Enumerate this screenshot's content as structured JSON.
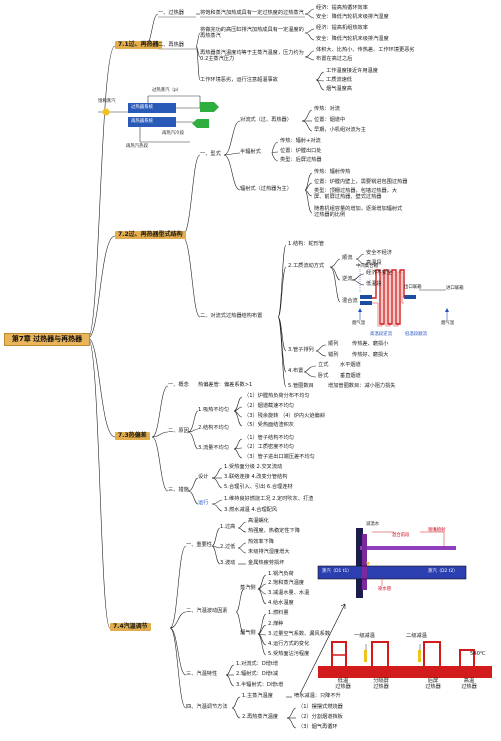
{
  "root": "第7章 过热器与再热器",
  "s71": {
    "title": "7.1过、再热器",
    "l1a": "一、过热器",
    "l1a_desc": "将饱和蒸汽加热成具有一定过热度的过热蒸汽",
    "l1a_purpose": [
      "经济：提高热循环效率",
      "安全：降低汽轮机末级排汽湿度"
    ],
    "l1b": "二、再热器",
    "l1b_desc": "将做完功的高压缸排汽加热成具有一定温度的再热蒸汽",
    "l1b_purpose": [
      "经济：提高机组热效率",
      "安全：降低汽轮机末级排汽湿度"
    ],
    "l1b_desc2": "再热器蒸汽温度均等于主蒸汽温度，压力约为0.2主蒸汽压力",
    "l1b_props": [
      "体积大、比热小、传热差、工作环境更恶劣",
      "布置在高过之后"
    ],
    "l1b_work": "工作环境恶劣，运行注意超温事故",
    "l1b_work_items": [
      "工作温度接近许用温度",
      "工质流速低",
      "烟气温度高"
    ],
    "diag": {
      "t1": "过热蒸汽（p）",
      "t2": "饱和蒸汽",
      "t3": "过热器系统",
      "t4": "再热器系统",
      "t5": "再热汽冷段",
      "t6": "再热汽热段"
    }
  },
  "s72": {
    "title": "7.2过、再热器型式结构",
    "type_label": "一、型式",
    "conv": "对流式（过、再热器）",
    "conv_items": [
      "传热：对流",
      "位置：烟道中",
      "早期，小机组对流为主"
    ],
    "semi": "半辐射式",
    "semi_items": [
      "传热：辐射+对流",
      "位置：炉膛出口处",
      "类型：后屏过热器"
    ],
    "rad": "辐射式（过热器为主）",
    "rad_items": [
      "传热：辐射传热",
      "位置：炉膛内壁上，需要锅进包围过热器",
      "类型：顶棚过热器，包墙过热器，大屏、前屏过热器、壁式过热器",
      "随着机组容量的增加，逐渐增加辐射式过热器的比例"
    ],
    "conv_layout": "二、对流式过热器结构布置",
    "c1": "1.结构：蛇形管",
    "c2": "2.工质流动方式",
    "shun": "顺流",
    "shun_items": [
      "安全不经济",
      "高温段"
    ],
    "ni": "逆流",
    "ni_items": [
      "经济不安全",
      "低温段"
    ],
    "mix": "混合流",
    "c3": "3.管子排列",
    "c3_items": [
      [
        "顺列",
        "传热差、磨损小"
      ],
      [
        "错列",
        "传热好、磨损大"
      ]
    ],
    "c4": "4.布置",
    "c4_items": [
      [
        "立式",
        "水平烟道"
      ],
      [
        "卧式",
        "垂直烟道"
      ]
    ],
    "c5": "5.管圈数目",
    "c5_desc": "增加管圈数目：减小阻力损失",
    "pipe_diag": {
      "mid": "中间集合箱",
      "out": "出口联箱",
      "in": "进口联箱",
      "flue1": "烟气温",
      "flue2": "烟气温",
      "cap1": "高温段逆流",
      "cap2": "低温段顺流"
    }
  },
  "s73": {
    "title": "7.3热偏差",
    "a1": "一、概念",
    "a1_desc": "热偏差管：偏差系数>1",
    "a2": "二、原因",
    "heat": "1.吸热不均匀",
    "heat_items": [
      "（1）炉膛热负荷分布不均匀",
      "（2）烟道截速不均匀",
      "（3）残余旋转 （4）炉内火焰偏斜",
      "（5）受热面结渣积灰"
    ],
    "struct": "2.结构不均匀",
    "flow": "3.流量不均匀",
    "flow_items": [
      "（1）管子结构不均匀",
      "（2）工质密度不均匀",
      "（3）管子进出口端压差不均匀"
    ],
    "a3": "三、措施",
    "design": "设计",
    "design_items": [
      "1.受热面分级 2.交叉流动",
      "3.联络连接 4.改变分管结构",
      "5.合理引入、引出 6.合理连材"
    ],
    "run": "运行",
    "run_items": [
      "1.维持良好燃烧工况 2.定时吹灰、打渣",
      "3.燃水减温 4.合理配风"
    ]
  },
  "s74": {
    "title": "7.4汽温调节",
    "b1": "一、重要性",
    "hi": "1.过高",
    "hi_items": [
      "高温蠕化",
      "热强度、热稳定性下降"
    ],
    "lo": "2.过低",
    "lo_items": [
      "热效率下降",
      "末级排汽湿度增大"
    ],
    "flu": "3.波动",
    "flu_items": [
      "金属热疲劳损坏"
    ],
    "b2": "二、汽温波动因素",
    "steam": "蒸汽侧",
    "steam_items": [
      "1.锅汽负荷",
      "2.饱和蒸汽温度",
      "3.减温水量、水温",
      "4.给水温度"
    ],
    "gas": "烟气侧",
    "gas_items": [
      "1.燃料量",
      "2.煤种",
      "3.过量空气系数、漏风系数",
      "4.运行方式的变化",
      "5.受热面沾污程度"
    ],
    "b3": "三、汽温特性",
    "b3_items": [
      "1.对流式：D增t增",
      "2.辐射式：D增t减",
      "3.半辐射式：D增t增"
    ],
    "b4": "四、汽温调节方法",
    "main": "1.主蒸汽温度",
    "main_desc": "喷水减温：只降不升",
    "re": "2.再热蒸汽温度",
    "re_items": [
      "（1）摆摆式燃烧器",
      "（2）分割烟道挡板",
      "（3）烟气再循环"
    ],
    "d1": {
      "t1": "减温水",
      "t2": "蒸汽（D1 t1）",
      "t3": "蒸汽（D2 t2）",
      "t4": "喷水管",
      "t5": "喷嘴喷射",
      "t6": "混合前段"
    },
    "d2": {
      "first": "一级减温",
      "second": "二级减温",
      "temp": "540℃",
      "boxes": [
        "低温\n过热器",
        "分隔屏\n过热器",
        "后屏\n过热器",
        "高温\n过热器"
      ]
    }
  }
}
